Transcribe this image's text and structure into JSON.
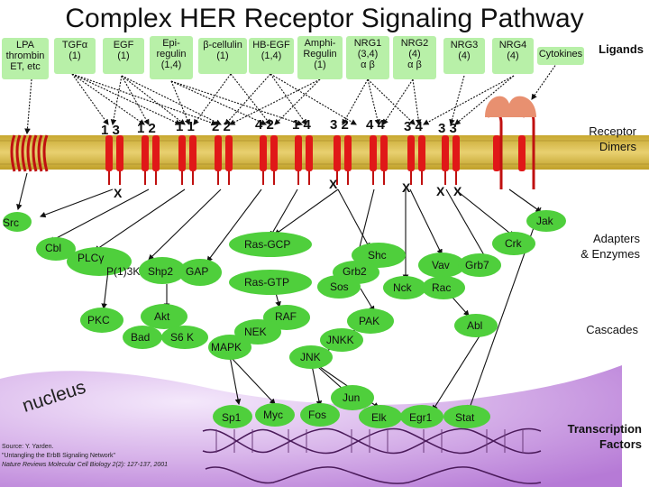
{
  "title": "Complex HER Receptor Signaling Pathway",
  "ligands": [
    {
      "id": "lpa",
      "text": [
        "LPA",
        "thrombin",
        "ET, etc"
      ]
    },
    {
      "id": "tgfa",
      "text": [
        "TGFα",
        "(1)"
      ]
    },
    {
      "id": "egf",
      "text": [
        "EGF",
        "(1)"
      ]
    },
    {
      "id": "epiregulin",
      "text": [
        "Epi-",
        "regulin",
        "(1,4)"
      ]
    },
    {
      "id": "betacellulin",
      "text": [
        "β-cellulin",
        "(1)"
      ]
    },
    {
      "id": "hbegf",
      "text": [
        "HB-EGF",
        "(1,4)"
      ]
    },
    {
      "id": "amphiregulin",
      "text": [
        "Amphi-",
        "Regulin",
        "(1)"
      ]
    },
    {
      "id": "nrg1",
      "text": [
        "NRG1",
        "(3,4)",
        "α β"
      ]
    },
    {
      "id": "nrg2",
      "text": [
        "NRG2",
        "(4)",
        "α β"
      ]
    },
    {
      "id": "nrg3",
      "text": [
        "NRG3",
        "(4)"
      ]
    },
    {
      "id": "nrg4",
      "text": [
        "NRG4",
        "(4)"
      ]
    },
    {
      "id": "cytokines",
      "text": [
        "Cytokines"
      ]
    }
  ],
  "receptor_pairs": [
    "1 3",
    "1 2",
    "1 1",
    "2 2",
    "4 2",
    "1 4",
    "3 2",
    "4 4",
    "3 4",
    "3 3"
  ],
  "x_marks": [
    "X",
    "X",
    "X",
    "X",
    "X"
  ],
  "proteins": {
    "src": "Src",
    "jak": "Jak",
    "cbl": "Cbl",
    "plcy": "PLCγ",
    "p13k": "P(1)3K",
    "shp2": "Shp2",
    "gap": "GAP",
    "ras_gcp": "Ras-GCP",
    "ras_gtp": "Ras-GTP",
    "shc": "Shc",
    "grb2": "Grb2",
    "sos": "Sos",
    "crk": "Crk",
    "vav": "Vav",
    "grb7": "Grb7",
    "nck": "Nck",
    "rac": "Rac",
    "pkc": "PKC",
    "akt": "Akt",
    "bad": "Bad",
    "s6k": "S6 K",
    "raf": "RAF",
    "nek": "NEK",
    "mapk": "MAPK",
    "pak": "PAK",
    "jnkk": "JNKK",
    "jnk": "JNK",
    "abl": "Abl",
    "jun": "Jun",
    "sp1": "Sp1",
    "myc": "Myc",
    "fos": "Fos",
    "elk": "Elk",
    "egr1": "Egr1",
    "stat": "Stat"
  },
  "side_labels": {
    "ligands": "Ligands",
    "receptor_dimers": [
      "Receptor",
      "Dimers"
    ],
    "adapters": [
      "Adapters",
      "& Enzymes"
    ],
    "cascades": "Cascades",
    "transcription": [
      "Transcription",
      "Factors"
    ]
  },
  "nucleus_label": "nucleus",
  "source": [
    "Source: Y. Yarden.",
    "\"Untangling the ErbB Signaling Network\"",
    "Nature Reviews Molecular Cell Biology 2(2): 127-137, 2001"
  ],
  "colors": {
    "ligand_box": "#b8f0a8",
    "protein_green": "#4fcf3c",
    "membrane": "#d8b840",
    "receptor_red": "#e01010",
    "nucleus_purple": "#8a2ab8"
  }
}
